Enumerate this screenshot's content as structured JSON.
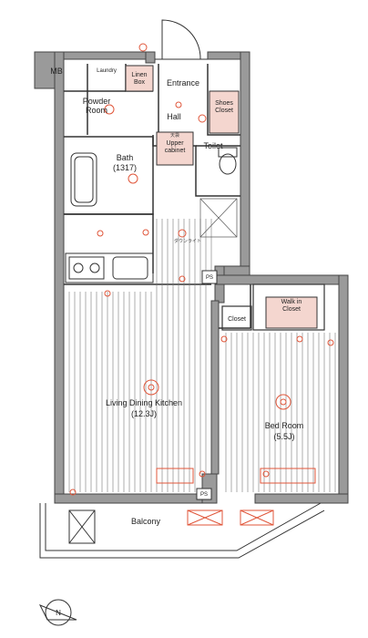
{
  "rooms": {
    "mb": "MB",
    "linen_box": "Linen\nBox",
    "laundry": "Laundry",
    "entrance": "Entrance",
    "shoes_closet": "Shoes\nCloset",
    "powder_room": "Powder\nRoom",
    "hall": "Hall",
    "upper_cabinet": "Upper\ncabinet",
    "upper_cabinet_note": "天袋",
    "toilet": "Toilet",
    "bath": "Bath",
    "bath_size": "(1317)",
    "downlight_note": "ダウンライト",
    "ps_top": "PS",
    "ps_bottom": "PS",
    "closet": "Closet",
    "walk_in_closet": "Walk in\nCloset",
    "ldk": "Living Dining Kitchen",
    "ldk_size": "(12.3J)",
    "bedroom": "Bed Room",
    "bedroom_size": "(5.5J)",
    "balcony": "Balcony"
  },
  "north_label": "N",
  "colors": {
    "wall": "#555555",
    "wall_fill": "#9a9a9a",
    "accent": "#e0563a",
    "cabinet_fill": "#f4d6cf"
  }
}
